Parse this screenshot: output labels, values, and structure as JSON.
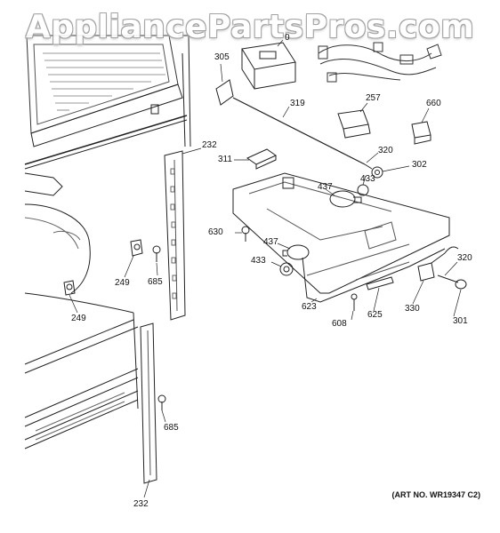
{
  "watermark": "AppliancePartsPros.com",
  "art_number": "(ART NO. WR19347 C2)",
  "callouts": {
    "c232a": "232",
    "c232b": "232",
    "c249a": "249",
    "c249b": "249",
    "c685a": "685",
    "c685b": "685",
    "c305": "305",
    "c319": "319",
    "c311": "311",
    "c257": "257",
    "c660": "660",
    "c320a": "320",
    "c320b": "320",
    "c433a": "433",
    "c433b": "433",
    "c302": "302",
    "c437a": "437",
    "c437b": "437",
    "c630": "630",
    "c623": "623",
    "c608": "608",
    "c625": "625",
    "c330": "330",
    "c301": "301",
    "c_top": "0"
  }
}
